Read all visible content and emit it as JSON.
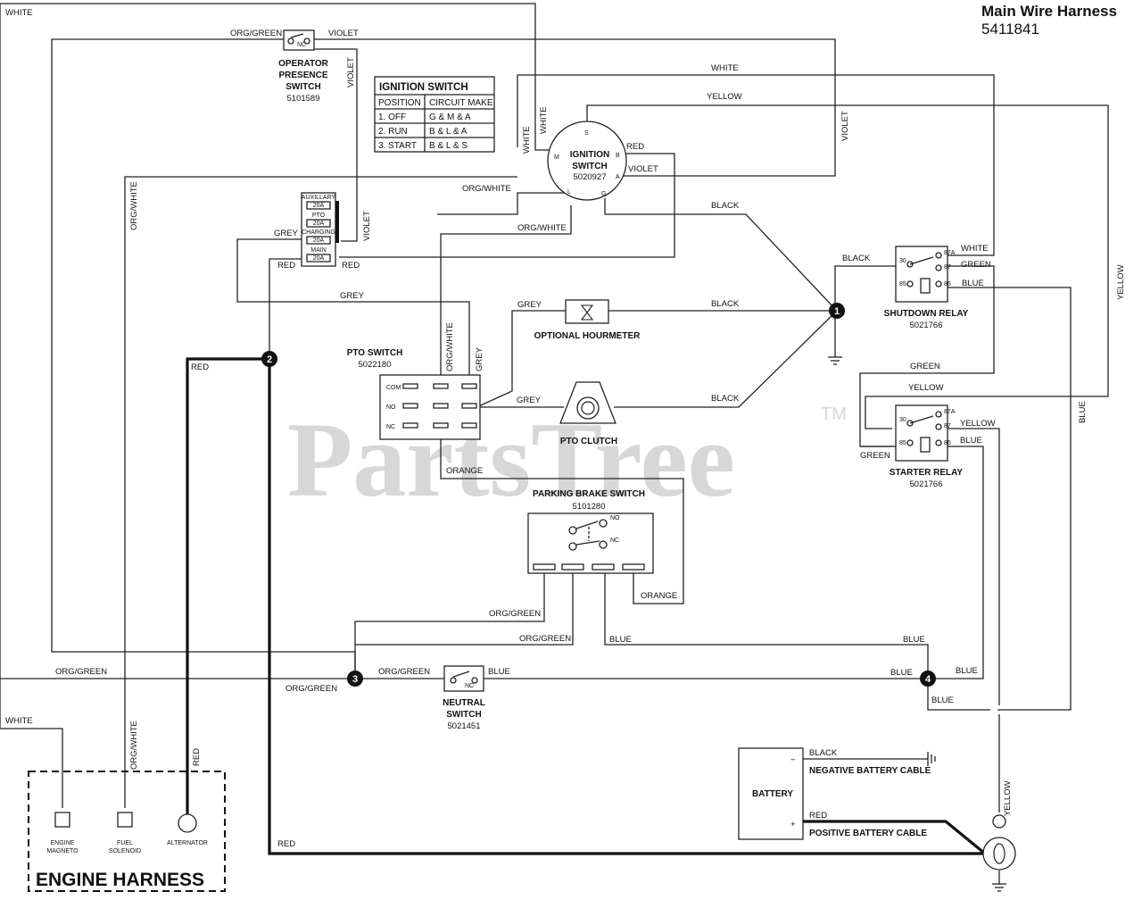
{
  "header": {
    "title": "Main Wire Harness",
    "part_number": "5411841"
  },
  "watermark": {
    "text": "PartsTree",
    "tm": "TM"
  },
  "components": {
    "operator_presence": {
      "name1": "OPERATOR",
      "name2": "PRESENCE",
      "name3": "SWITCH",
      "part": "5101589",
      "contact": "NC"
    },
    "ignition": {
      "name1": "IGNITION",
      "name2": "SWITCH",
      "part": "5020927",
      "terminals": {
        "s": "S",
        "m": "M",
        "b": "B",
        "a": "A",
        "l": "L",
        "g": "G"
      }
    },
    "fuse_block": {
      "f1": "AUXILLARY",
      "f1a": "20A",
      "f2": "PTO",
      "f2a": "20A",
      "f3": "CHARGING",
      "f3a": "20A",
      "f4": "MAIN",
      "f4a": "20A"
    },
    "pto_switch": {
      "name": "PTO SWITCH",
      "part": "5022180",
      "com": "COM",
      "no": "NO",
      "nc": "NC"
    },
    "hourmeter": {
      "name": "OPTIONAL HOURMETER"
    },
    "pto_clutch": {
      "name": "PTO CLUTCH"
    },
    "parking_brake": {
      "name": "PARKING BRAKE SWITCH",
      "part": "5101280",
      "no": "NO",
      "nc": "NC"
    },
    "neutral": {
      "name1": "NEUTRAL",
      "name2": "SWITCH",
      "part": "5021451",
      "contact": "NC"
    },
    "shutdown_relay": {
      "name": "SHUTDOWN RELAY",
      "part": "5021766",
      "p30": "30",
      "p87a": "87A",
      "p87": "87",
      "p85": "85",
      "p86": "86"
    },
    "starter_relay": {
      "name": "STARTER RELAY",
      "part": "5021766",
      "p30": "30",
      "p87a": "87A",
      "p87": "87",
      "p85": "85",
      "p86": "86"
    },
    "battery": {
      "name": "BATTERY",
      "minus": "−",
      "plus": "+",
      "neg_cable": "NEGATIVE BATTERY CABLE",
      "pos_cable": "POSITIVE BATTERY CABLE"
    },
    "engine_harness": {
      "title": "ENGINE HARNESS",
      "magneto1": "ENGINE",
      "magneto2": "MAGNETO",
      "fuel1": "FUEL",
      "fuel2": "SOLENOID",
      "alternator": "ALTERNATOR"
    }
  },
  "ignition_table": {
    "title": "IGNITION SWITCH",
    "headers": [
      "POSITION",
      "CIRCUIT MAKE"
    ],
    "rows": [
      [
        "1. OFF",
        "G & M & A"
      ],
      [
        "2. RUN",
        "B & L & A"
      ],
      [
        "3. START",
        "B & L & S"
      ]
    ]
  },
  "nodes": [
    "1",
    "2",
    "3",
    "4"
  ],
  "wire_labels": {
    "white_top_left": "WHITE",
    "org_green_ops": "ORG/GREEN",
    "violet_ops": "VIOLET",
    "violet_ops_vert": "VIOLET",
    "white_top": "WHITE",
    "yellow_top": "YELLOW",
    "violet_right": "VIOLET",
    "white_ign_1": "WHITE",
    "white_ign_2": "WHITE",
    "red_ign": "RED",
    "violet_ign": "VIOLET",
    "org_white_left": "ORG/WHITE",
    "org_white_ign": "ORG/WHITE",
    "org_white_ign2": "ORG/WHITE",
    "black_g": "BLACK",
    "grey_fuse": "GREY",
    "violet_fuse": "VIOLET",
    "red_fuse_l": "RED",
    "red_fuse_r": "RED",
    "grey_mid": "GREY",
    "black_shutdown": "BLACK",
    "white_shutdown": "WHITE",
    "green_shutdown": "GREEN",
    "blue_shutdown": "BLUE",
    "yellow_right_vert": "YELLOW",
    "grey_hour": "GREY",
    "black_hour": "BLACK",
    "red_node2": "RED",
    "org_white_pto": "ORG/WHITE",
    "grey_pto": "GREY",
    "grey_clutch": "GREY",
    "black_clutch": "BLACK",
    "green_mid": "GREEN",
    "yellow_mid": "YELLOW",
    "yellow_starter": "YELLOW",
    "blue_starter": "BLUE",
    "green_starter": "GREEN",
    "blue_right_vert": "BLUE",
    "orange_pto": "ORANGE",
    "orange_pb": "ORANGE",
    "org_green_pb1": "ORG/GREEN",
    "org_green_pb2": "ORG/GREEN",
    "blue_pb": "BLUE",
    "blue_r1": "BLUE",
    "org_green_left": "ORG/GREEN",
    "org_green_n3": "ORG/GREEN",
    "org_green_ns": "ORG/GREEN",
    "blue_ns": "BLUE",
    "blue_n4": "BLUE",
    "blue_n4r": "BLUE",
    "blue_low": "BLUE",
    "white_left_low": "WHITE",
    "org_white_low": "ORG/WHITE",
    "red_low": "RED",
    "red_bottom": "RED",
    "black_batt": "BLACK",
    "red_batt": "RED",
    "yellow_starter_motor": "YELLOW"
  }
}
